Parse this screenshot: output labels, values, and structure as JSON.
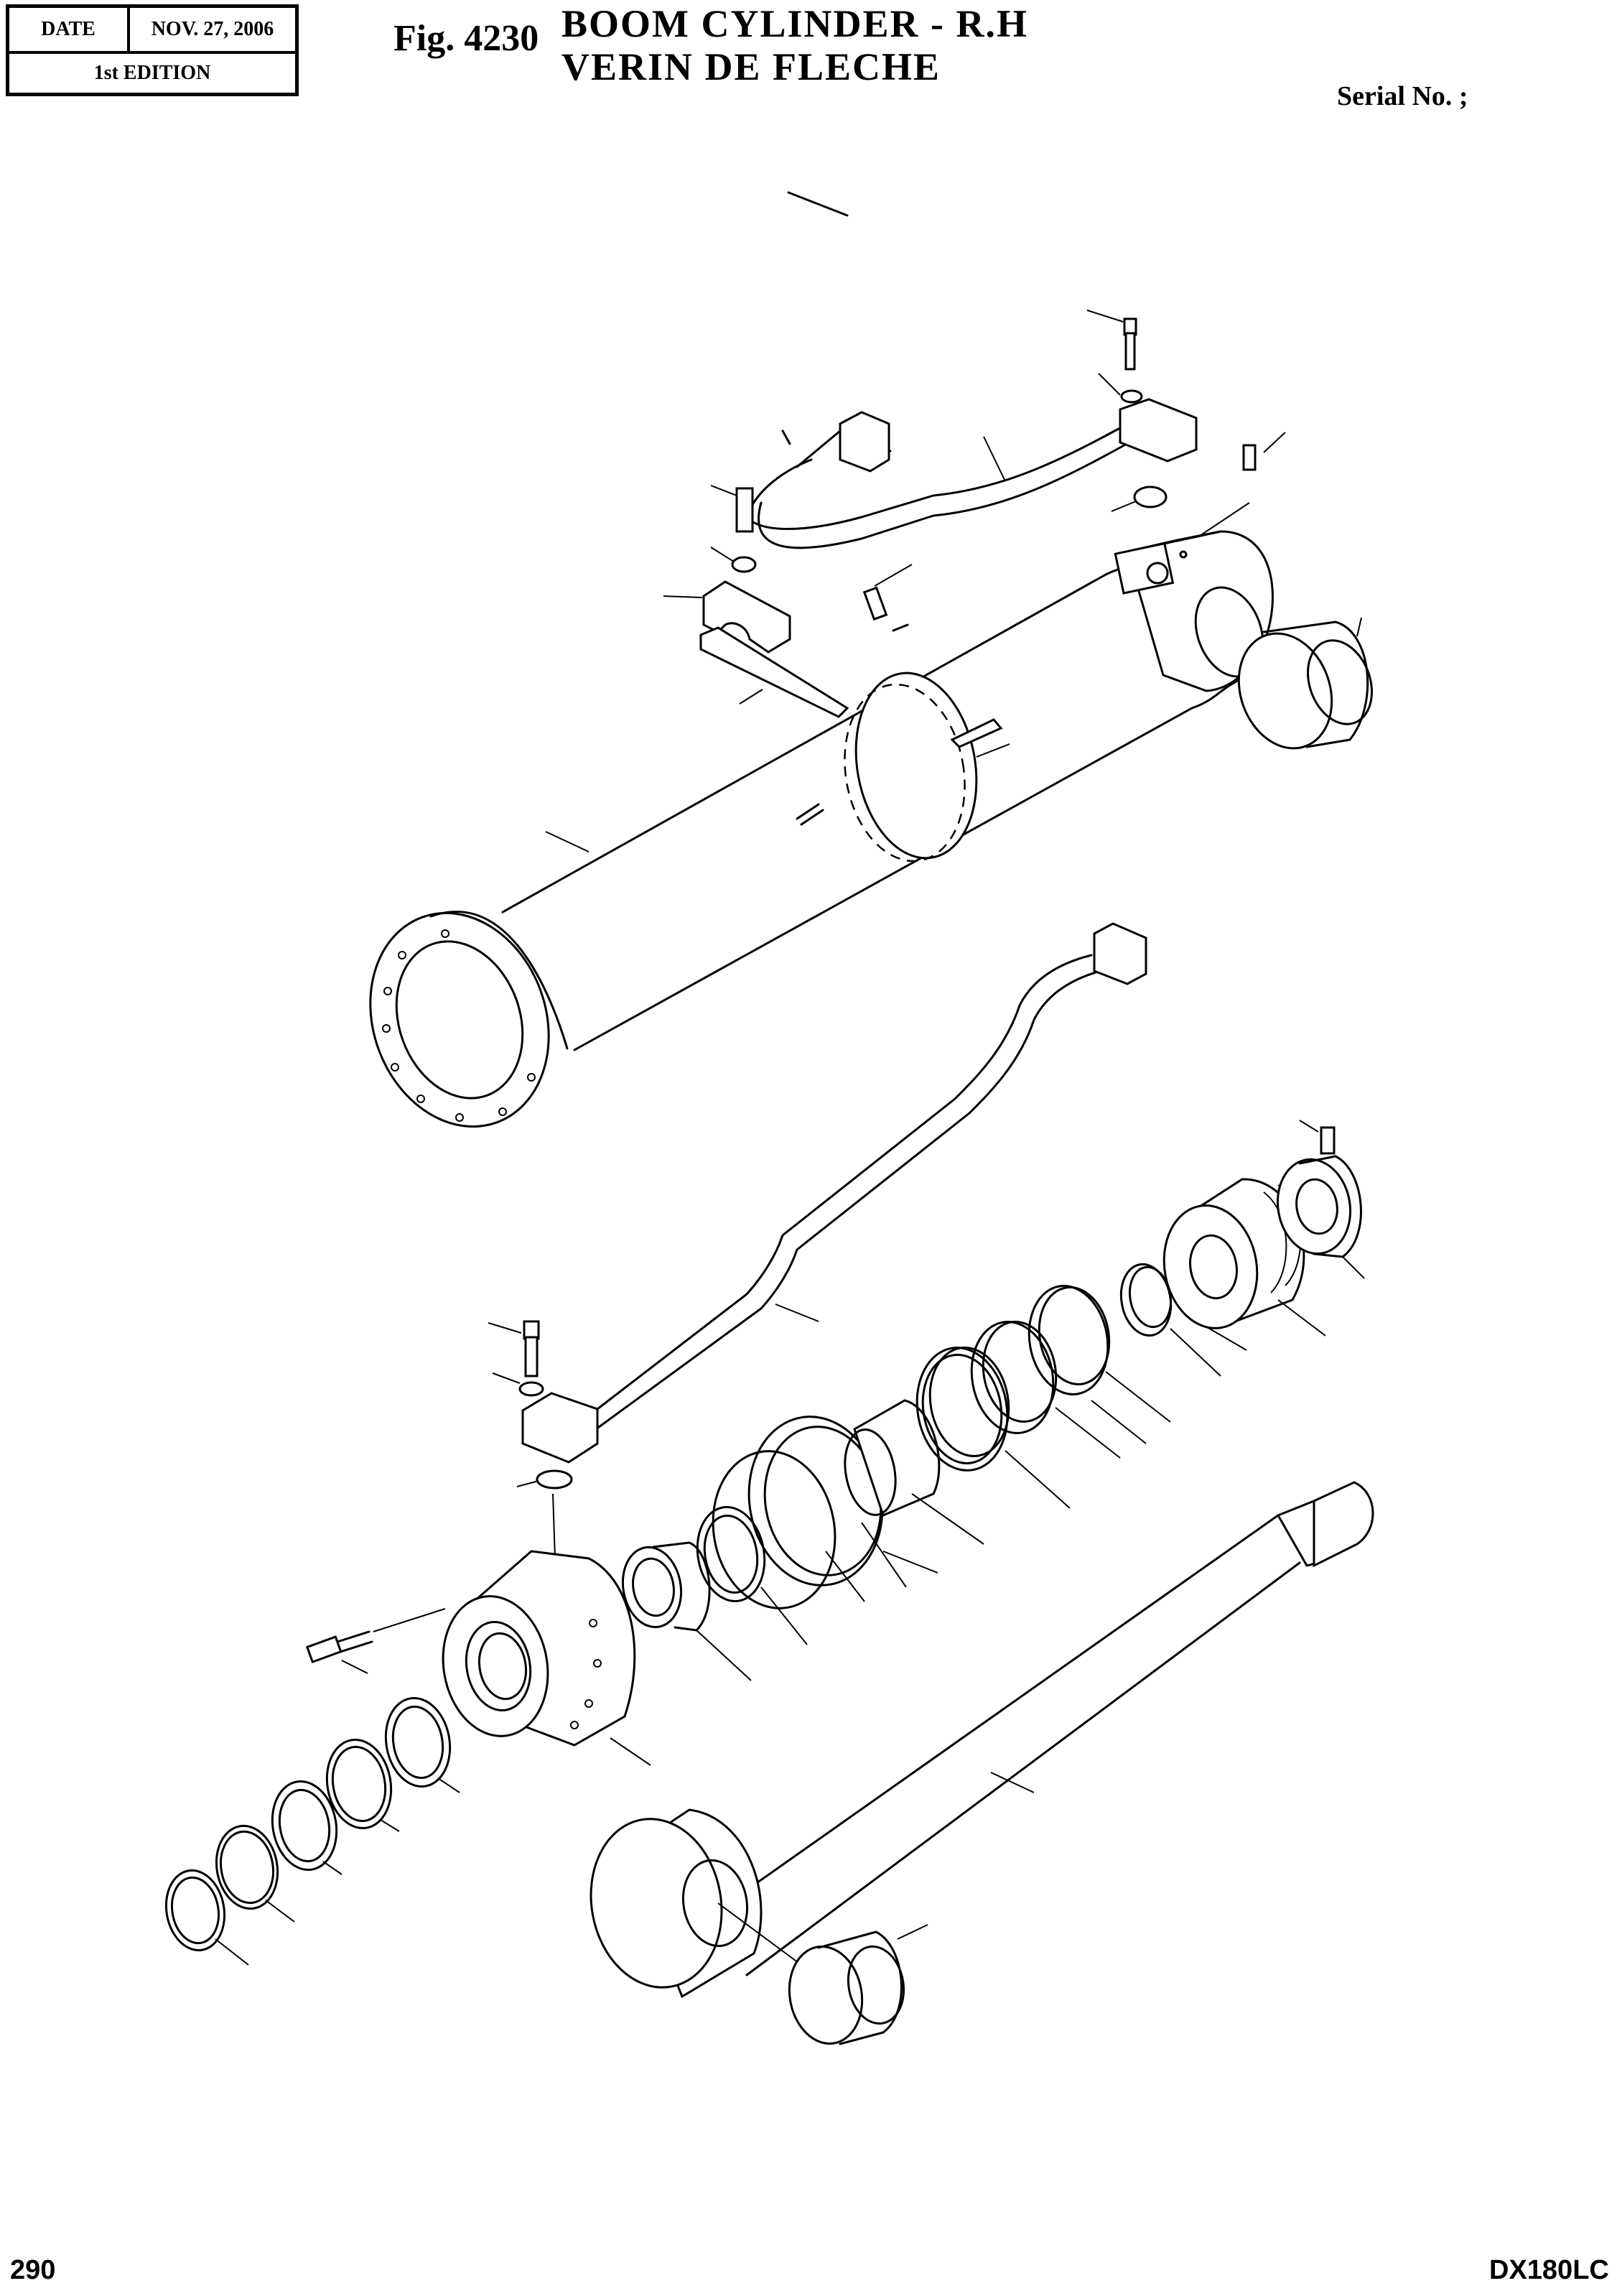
{
  "header": {
    "date_label": "DATE",
    "date_value": "NOV. 27, 2006",
    "edition": "1st EDITION",
    "figure_number": "Fig. 4230",
    "title_en": "BOOM CYLINDER - R.H",
    "title_fr": "VERIN DE FLECHE",
    "serial_label": "Serial No. ;"
  },
  "footer": {
    "page_number": "290",
    "model": "DX180LC"
  },
  "diagram": {
    "parts": [
      "cylinder-tube",
      "piston-rod",
      "rod-cover",
      "piston",
      "lock-nut",
      "upper-pipe",
      "lower-pipe",
      "pipe-clamp",
      "bands",
      "bushings",
      "seals",
      "o-rings",
      "bolts",
      "grease-nipple",
      "set-screw"
    ]
  }
}
